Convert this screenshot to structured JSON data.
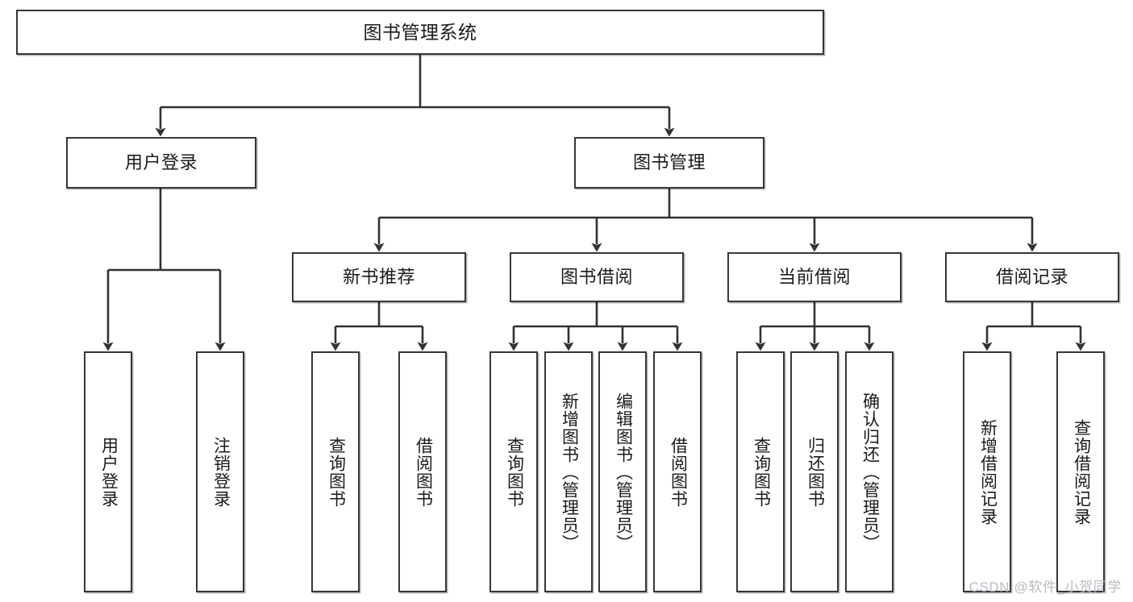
{
  "diagram": {
    "title": "图书管理系统",
    "type": "tree-hierarchy-diagram",
    "colors": {
      "box_border": "#33383d",
      "box_fill": "#ffffff",
      "connector": "#2f3337",
      "text": "#1b1b1b",
      "watermark": "#b9bcc0"
    },
    "root": {
      "label": "图书管理系统"
    },
    "level2": [
      {
        "label": "用户登录"
      },
      {
        "label": "图书管理"
      }
    ],
    "level3": [
      {
        "label": "新书推荐"
      },
      {
        "label": "图书借阅"
      },
      {
        "label": "当前借阅"
      },
      {
        "label": "借阅记录"
      }
    ],
    "leaves": {
      "user_login": [
        {
          "label": "用户登录"
        },
        {
          "label": "注销登录"
        }
      ],
      "new_book_recommend": [
        {
          "label": "查询图书"
        },
        {
          "label": "借阅图书"
        }
      ],
      "book_borrow": [
        {
          "label": "查询图书"
        },
        {
          "label": "新增图书（管理员）"
        },
        {
          "label": "编辑图书（管理员）"
        },
        {
          "label": "借阅图书"
        }
      ],
      "current_borrow": [
        {
          "label": "查询图书"
        },
        {
          "label": "归还图书"
        },
        {
          "label": "确认归还（管理员）"
        }
      ],
      "borrow_record": [
        {
          "label": "新增借阅记录"
        },
        {
          "label": "查询借阅记录"
        }
      ]
    }
  },
  "watermark": {
    "text": "CSDN @软件_小贺同学"
  }
}
